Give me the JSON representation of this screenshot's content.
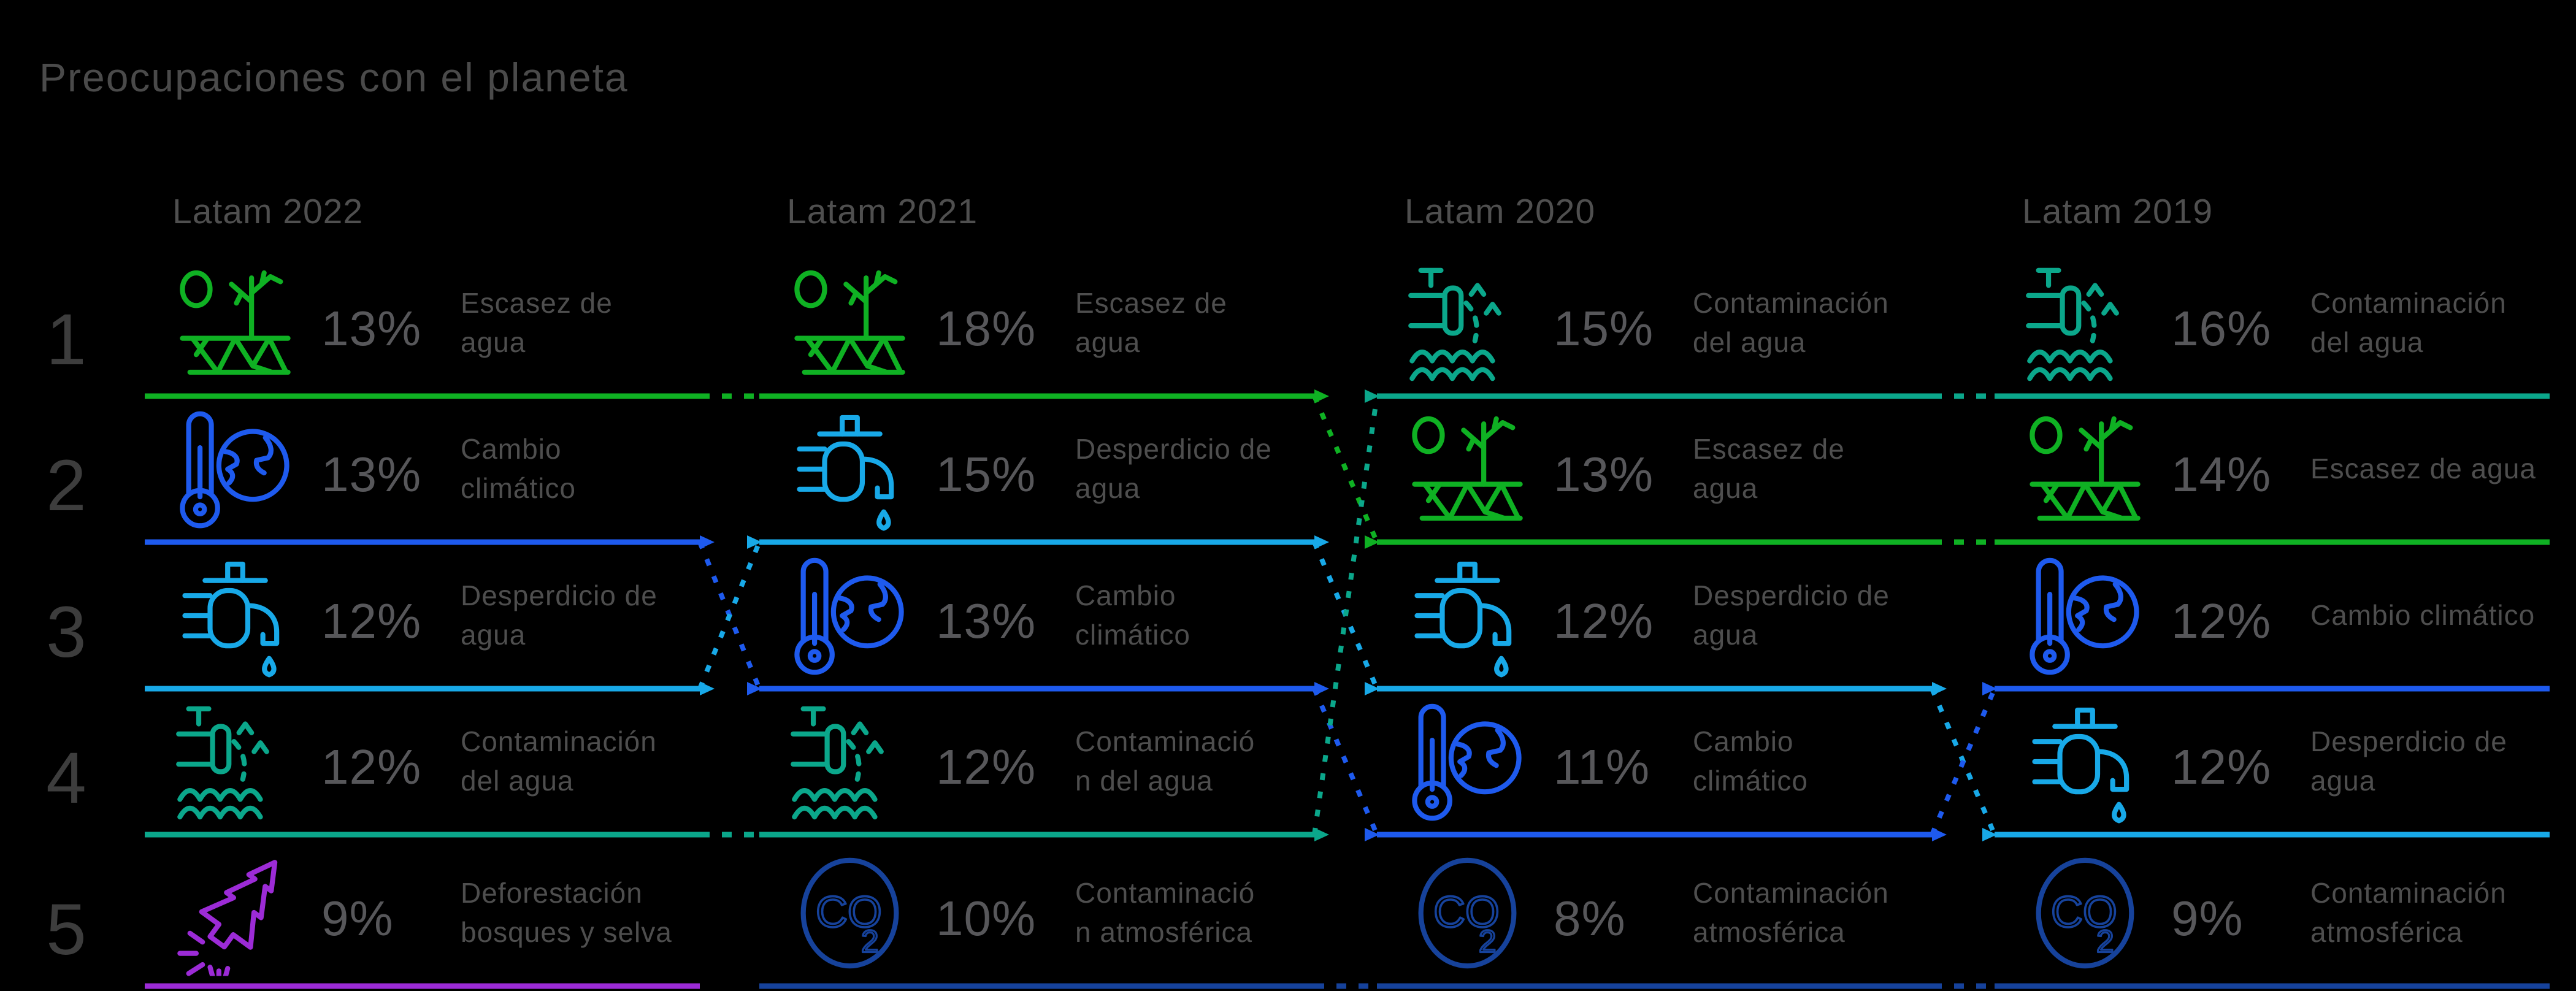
{
  "title": "Preocupaciones con el planeta",
  "ranks": [
    "1",
    "2",
    "3",
    "4",
    "5"
  ],
  "colors": {
    "green": "#0FB123",
    "cyan": "#18A9E8",
    "blue": "#1E5AEE",
    "teal": "#0BA78B",
    "navy": "#16429B",
    "purple": "#9C2BD6"
  },
  "columns": [
    {
      "header": "Latam 2022",
      "items": [
        {
          "pct": "13%",
          "label": "Escasez de\nagua",
          "icon": "water-scarcity",
          "color": "green"
        },
        {
          "pct": "13%",
          "label": "Cambio\nclimático",
          "icon": "climate-change",
          "color": "blue"
        },
        {
          "pct": "12%",
          "label": "Desperdicio de\nagua",
          "icon": "water-waste",
          "color": "cyan"
        },
        {
          "pct": "12%",
          "label": "Contaminación\ndel agua",
          "icon": "water-pollution",
          "color": "teal"
        },
        {
          "pct": "9%",
          "label": "Deforestación\nbosques y selva",
          "icon": "deforestation",
          "color": "purple"
        }
      ]
    },
    {
      "header": "Latam 2021",
      "items": [
        {
          "pct": "18%",
          "label": "Escasez de\nagua",
          "icon": "water-scarcity",
          "color": "green"
        },
        {
          "pct": "15%",
          "label": "Desperdicio de\nagua",
          "icon": "water-waste",
          "color": "cyan"
        },
        {
          "pct": "13%",
          "label": "Cambio\nclimático",
          "icon": "climate-change",
          "color": "blue"
        },
        {
          "pct": "12%",
          "label": "Contaminació\nn del agua",
          "icon": "water-pollution",
          "color": "teal"
        },
        {
          "pct": "10%",
          "label": "Contaminació\nn atmosférica",
          "icon": "air-pollution",
          "color": "navy"
        }
      ]
    },
    {
      "header": "Latam 2020",
      "items": [
        {
          "pct": "15%",
          "label": "Contaminación\ndel agua",
          "icon": "water-pollution",
          "color": "teal"
        },
        {
          "pct": "13%",
          "label": "Escasez de\nagua",
          "icon": "water-scarcity",
          "color": "green"
        },
        {
          "pct": "12%",
          "label": "Desperdicio de\nagua",
          "icon": "water-waste",
          "color": "cyan"
        },
        {
          "pct": "11%",
          "label": "Cambio\nclimático",
          "icon": "climate-change",
          "color": "blue"
        },
        {
          "pct": "8%",
          "label": "Contaminación\natmosférica",
          "icon": "air-pollution",
          "color": "navy"
        }
      ]
    },
    {
      "header": "Latam 2019",
      "items": [
        {
          "pct": "16%",
          "label": "Contaminación\ndel agua",
          "icon": "water-pollution",
          "color": "teal"
        },
        {
          "pct": "14%",
          "label": "Escasez de agua",
          "icon": "water-scarcity",
          "color": "green"
        },
        {
          "pct": "12%",
          "label": "Cambio climático",
          "icon": "climate-change",
          "color": "blue"
        },
        {
          "pct": "12%",
          "label": "Desperdicio de\nagua",
          "icon": "water-waste",
          "color": "cyan"
        },
        {
          "pct": "9%",
          "label": "Contaminación\natmosférica",
          "icon": "air-pollution",
          "color": "navy"
        }
      ]
    }
  ],
  "connectors": [
    {
      "gap": 0,
      "from": 1,
      "to": 1,
      "color": "green"
    },
    {
      "gap": 0,
      "from": 2,
      "to": 3,
      "color": "blue"
    },
    {
      "gap": 0,
      "from": 3,
      "to": 2,
      "color": "cyan"
    },
    {
      "gap": 0,
      "from": 4,
      "to": 4,
      "color": "teal"
    },
    {
      "gap": 1,
      "from": 1,
      "to": 2,
      "color": "green"
    },
    {
      "gap": 1,
      "from": 2,
      "to": 3,
      "color": "cyan"
    },
    {
      "gap": 1,
      "from": 3,
      "to": 4,
      "color": "blue"
    },
    {
      "gap": 1,
      "from": 4,
      "to": 1,
      "color": "teal"
    },
    {
      "gap": 1,
      "from": 5,
      "to": 5,
      "color": "navy"
    },
    {
      "gap": 2,
      "from": 1,
      "to": 1,
      "color": "teal"
    },
    {
      "gap": 2,
      "from": 2,
      "to": 2,
      "color": "green"
    },
    {
      "gap": 2,
      "from": 3,
      "to": 4,
      "color": "cyan"
    },
    {
      "gap": 2,
      "from": 4,
      "to": 3,
      "color": "blue"
    },
    {
      "gap": 2,
      "from": 5,
      "to": 5,
      "color": "navy"
    }
  ],
  "chart_data": {
    "type": "table",
    "subtype": "bump-ranking",
    "title": "Preocupaciones con el planeta",
    "categories": [
      "Latam 2022",
      "Latam 2021",
      "Latam 2020",
      "Latam 2019"
    ],
    "rank_rows": [
      [
        "Escasez de agua 13%",
        "Escasez de agua 18%",
        "Contaminación del agua 15%",
        "Contaminación del agua 16%"
      ],
      [
        "Cambio climático 13%",
        "Desperdicio de agua 15%",
        "Escasez de agua 13%",
        "Escasez de agua 14%"
      ],
      [
        "Desperdicio de agua 12%",
        "Cambio climático 13%",
        "Desperdicio de agua 12%",
        "Cambio climático 12%"
      ],
      [
        "Contaminación del agua 12%",
        "Contaminación del agua 12%",
        "Cambio climático 11%",
        "Desperdicio de agua 12%"
      ],
      [
        "Deforestación bosques y selva 9%",
        "Contaminación atmosférica 10%",
        "Contaminación atmosférica 8%",
        "Contaminación atmosférica 9%"
      ]
    ],
    "series": [
      {
        "name": "Escasez de agua",
        "ranks": [
          1,
          1,
          2,
          2
        ],
        "values_pct": [
          13,
          18,
          13,
          14
        ]
      },
      {
        "name": "Cambio climático",
        "ranks": [
          2,
          3,
          4,
          3
        ],
        "values_pct": [
          13,
          13,
          11,
          12
        ]
      },
      {
        "name": "Desperdicio de agua",
        "ranks": [
          3,
          2,
          3,
          4
        ],
        "values_pct": [
          12,
          15,
          12,
          12
        ]
      },
      {
        "name": "Contaminación del agua",
        "ranks": [
          4,
          4,
          1,
          1
        ],
        "values_pct": [
          12,
          12,
          15,
          16
        ]
      },
      {
        "name": "Deforestación bosques y selva",
        "ranks": [
          5,
          null,
          null,
          null
        ],
        "values_pct": [
          9,
          null,
          null,
          null
        ]
      },
      {
        "name": "Contaminación atmosférica",
        "ranks": [
          null,
          5,
          5,
          5
        ],
        "values_pct": [
          null,
          10,
          8,
          9
        ]
      }
    ]
  }
}
